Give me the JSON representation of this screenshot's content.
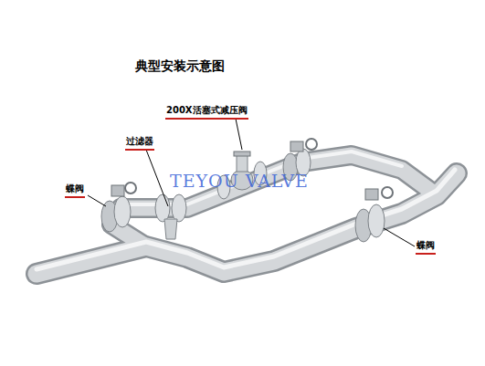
{
  "diagram": {
    "title": "典型安装示意图",
    "labels": [
      "200X活塞式减压阀",
      "过滤器",
      "蝶阀",
      "蝶阀",
      "TEYOU VALVE"
    ]
  }
}
